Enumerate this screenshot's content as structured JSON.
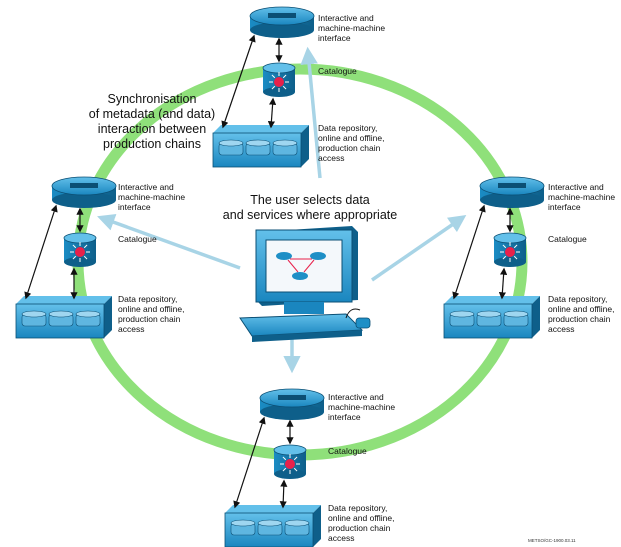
{
  "title_sync": [
    "Synchronisation",
    "of metadata (and data)",
    "interaction between",
    "production chains"
  ],
  "center_caption": [
    "The user selects data",
    "and services where appropriate"
  ],
  "interface_label": [
    "Interactive and",
    "machine-machine",
    "interface"
  ],
  "catalogue_label": "Catalogue",
  "repository_label": [
    "Data repository,",
    "online and offline,",
    "production chain",
    "access"
  ],
  "footnote": "METSO/GC-1900.03.11",
  "colors": {
    "ring": "#8fe07a",
    "arrow_light": "#a8d4e6",
    "device_blue": "#1e8fc6",
    "device_dark": "#0e5f8a",
    "catalogue_center": "#e8204a"
  },
  "icons": [
    "router-icon",
    "catalogue-switch-icon",
    "storage-array-icon",
    "workstation-icon"
  ]
}
